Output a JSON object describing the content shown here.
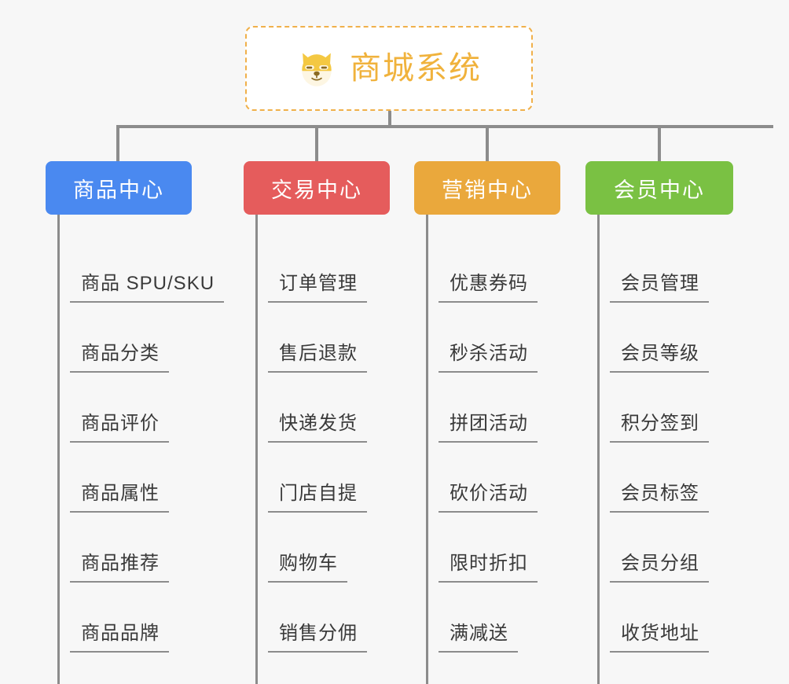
{
  "root": {
    "label": "商城系统",
    "icon": "dog-face-icon",
    "text_color": "#f0b23c",
    "border_color": "#f0b04a",
    "background": "#ffffff"
  },
  "page": {
    "background": "#f7f7f7",
    "connector_color": "#8c8c8c"
  },
  "categories": [
    {
      "label": "商品中心",
      "color": "#4a89f0",
      "items": [
        "商品 SPU/SKU",
        "商品分类",
        "商品评价",
        "商品属性",
        "商品推荐",
        "商品品牌"
      ]
    },
    {
      "label": "交易中心",
      "color": "#e55c5c",
      "items": [
        "订单管理",
        "售后退款",
        "快递发货",
        "门店自提",
        "购物车",
        "销售分佣"
      ]
    },
    {
      "label": "营销中心",
      "color": "#eaa83c",
      "items": [
        "优惠券码",
        "秒杀活动",
        "拼团活动",
        "砍价活动",
        "限时折扣",
        "满减送"
      ]
    },
    {
      "label": "会员中心",
      "color": "#7ac143",
      "items": [
        "会员管理",
        "会员等级",
        "积分签到",
        "会员标签",
        "会员分组",
        "收货地址"
      ]
    }
  ]
}
